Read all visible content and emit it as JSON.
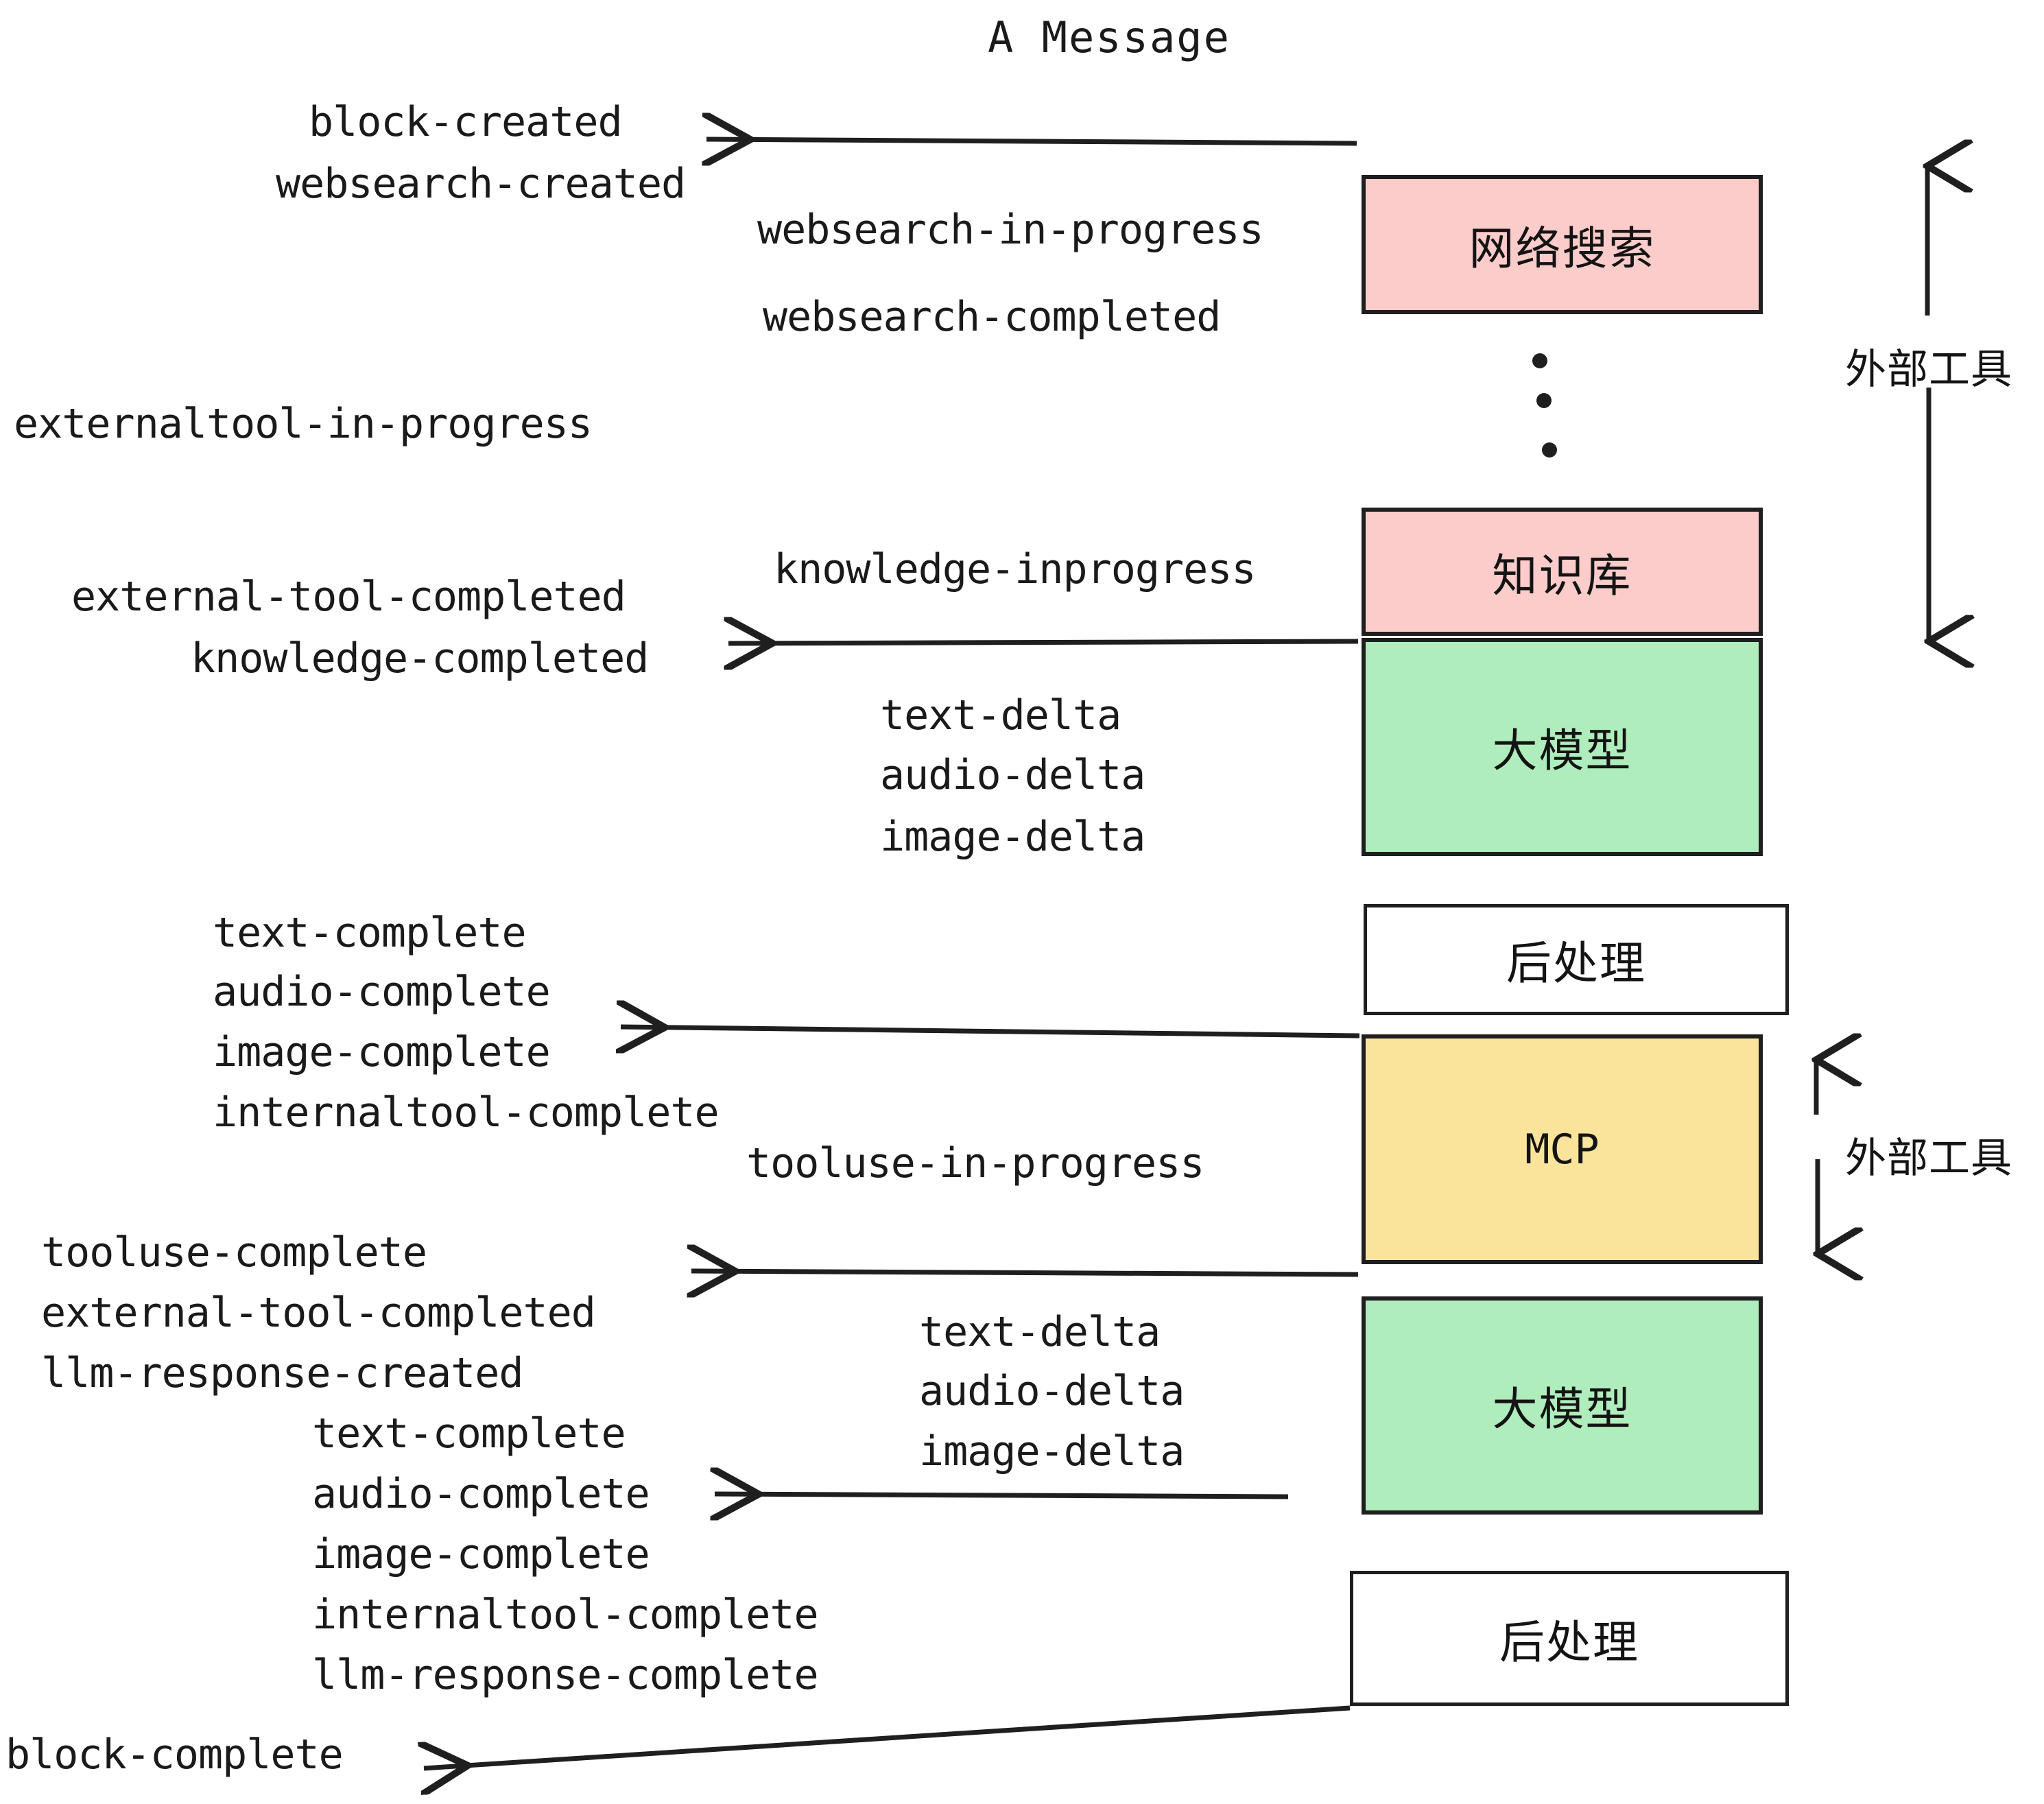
{
  "diagram": {
    "title": "A Message",
    "colors": {
      "pink": "#FCCCCB",
      "green": "#AFEDBC",
      "yellow": "#FAE49C",
      "white": "#FFFFFF",
      "stroke": "#1F1F1F",
      "text": "#1A1A1A"
    },
    "boxes": [
      {
        "id": "websearch",
        "label": "网络搜索",
        "fill": "#FCCCCB"
      },
      {
        "id": "knowledge",
        "label": "知识库",
        "fill": "#FCCCCB"
      },
      {
        "id": "llm-1",
        "label": "大模型",
        "fill": "#AFEDBC"
      },
      {
        "id": "postprocess-1",
        "label": "后处理",
        "fill": "#FFFFFF"
      },
      {
        "id": "mcp",
        "label": "MCP",
        "fill": "#FAE49C"
      },
      {
        "id": "llm-2",
        "label": "大模型",
        "fill": "#AFEDBC"
      },
      {
        "id": "postprocess-2",
        "label": "后处理",
        "fill": "#FFFFFF"
      }
    ],
    "side_labels": [
      {
        "id": "external-tool-top",
        "label": "外部工具"
      },
      {
        "id": "external-tool-bottom",
        "label": "外部工具"
      }
    ],
    "events": [
      {
        "id": "block-created",
        "text": "block-created"
      },
      {
        "id": "websearch-created",
        "text": "websearch-created"
      },
      {
        "id": "websearch-in-progress",
        "text": "websearch-in-progress"
      },
      {
        "id": "websearch-completed",
        "text": "websearch-completed"
      },
      {
        "id": "externaltool-in-progress",
        "text": "externaltool-in-progress"
      },
      {
        "id": "knowledge-inprogress",
        "text": "knowledge-inprogress"
      },
      {
        "id": "external-tool-completed-1",
        "text": "external-tool-completed"
      },
      {
        "id": "knowledge-completed",
        "text": "knowledge-completed"
      },
      {
        "id": "text-delta-1",
        "text": "text-delta"
      },
      {
        "id": "audio-delta-1",
        "text": "audio-delta"
      },
      {
        "id": "image-delta-1",
        "text": "image-delta"
      },
      {
        "id": "text-complete-1",
        "text": "text-complete"
      },
      {
        "id": "audio-complete-1",
        "text": "audio-complete"
      },
      {
        "id": "image-complete-1",
        "text": "image-complete"
      },
      {
        "id": "internaltool-complete-1",
        "text": "internaltool-complete"
      },
      {
        "id": "tooluse-in-progress",
        "text": "tooluse-in-progress"
      },
      {
        "id": "tooluse-complete",
        "text": "tooluse-complete"
      },
      {
        "id": "external-tool-completed-2",
        "text": "external-tool-completed"
      },
      {
        "id": "llm-response-created",
        "text": "llm-response-created"
      },
      {
        "id": "text-delta-2",
        "text": "text-delta"
      },
      {
        "id": "audio-delta-2",
        "text": "audio-delta"
      },
      {
        "id": "image-delta-2",
        "text": "image-delta"
      },
      {
        "id": "text-complete-2",
        "text": "text-complete"
      },
      {
        "id": "audio-complete-2",
        "text": "audio-complete"
      },
      {
        "id": "image-complete-2",
        "text": "image-complete"
      },
      {
        "id": "internaltool-complete-2",
        "text": "internaltool-complete"
      },
      {
        "id": "llm-response-complete",
        "text": "llm-response-complete"
      },
      {
        "id": "block-complete",
        "text": "block-complete"
      }
    ]
  }
}
